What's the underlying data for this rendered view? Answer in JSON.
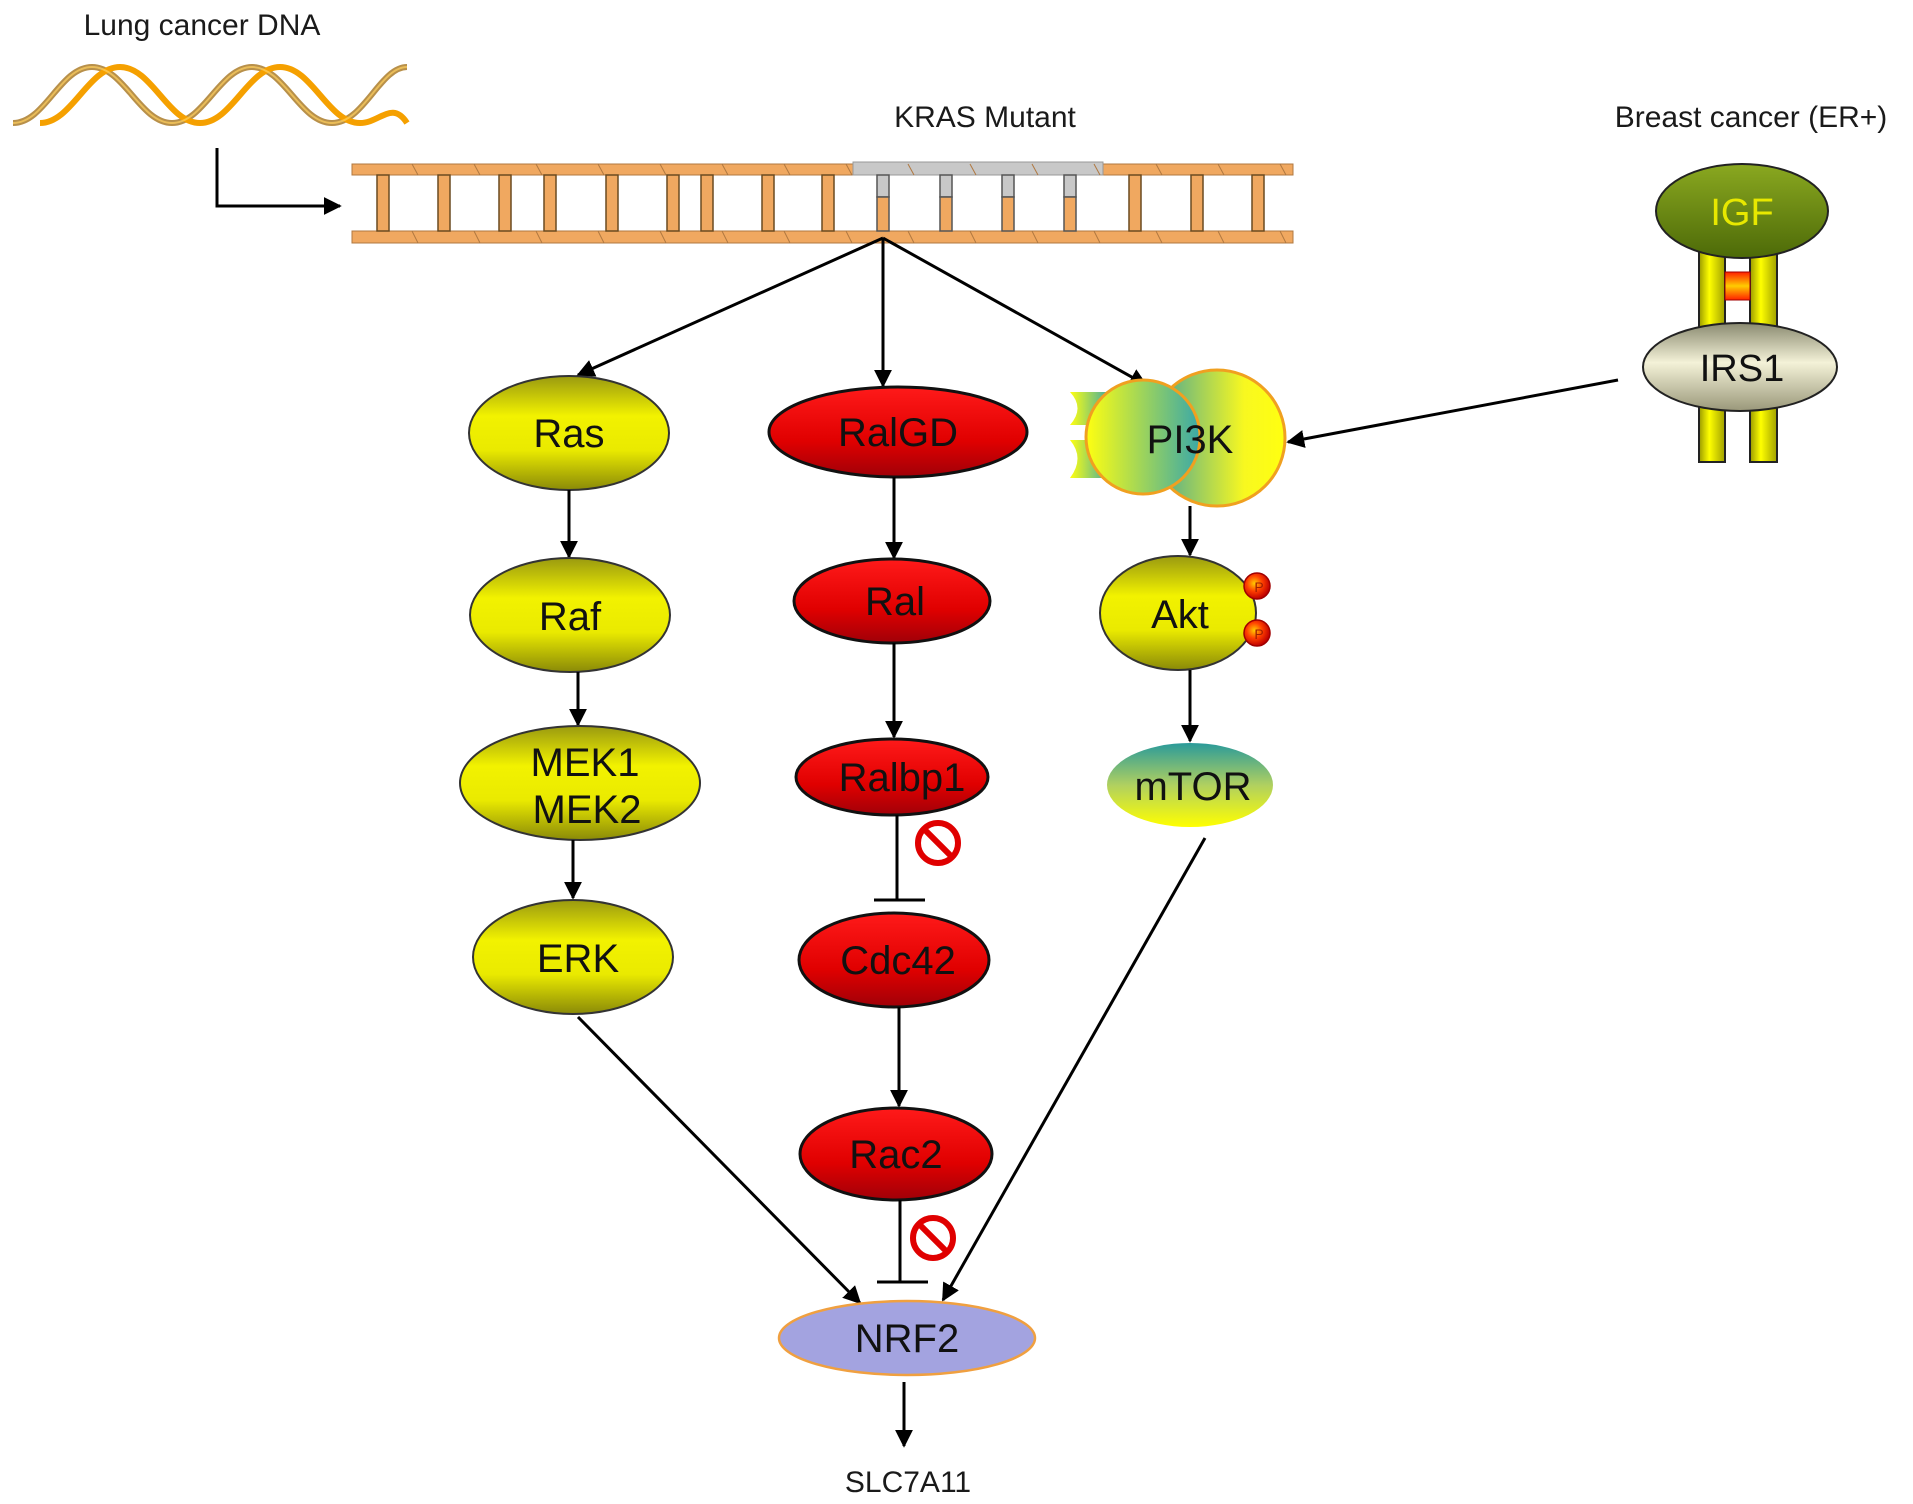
{
  "figure": {
    "type": "signaling-pathway",
    "labels": {
      "lung_dna": "Lung cancer DNA",
      "kras": "KRAS Mutant",
      "breast": "Breast cancer (ER+)",
      "target": "SLC7A11"
    },
    "colors": {
      "yellow_node": "#e6e600",
      "red_node": "#e0000a",
      "nrf2_node": "#a3a3e0",
      "igf_node": "#6e8c10",
      "irs1_node": "#e8e6c8",
      "dna_orange": "#f0a860",
      "mutant_gray": "#c8c8c8",
      "pi3k_teal": "#3aa0a0",
      "inhibit_red": "#e00000"
    },
    "nodes": {
      "ras": {
        "label": "Ras",
        "family": "yellow"
      },
      "raf": {
        "label": "Raf",
        "family": "yellow"
      },
      "mek": {
        "label1": "MEK1",
        "label2": "MEK2",
        "family": "yellow"
      },
      "erk": {
        "label": "ERK",
        "family": "yellow"
      },
      "ralgd": {
        "label": "RalGD",
        "family": "red"
      },
      "ral": {
        "label": "Ral",
        "family": "red"
      },
      "ralbp1": {
        "label": "Ralbp1",
        "family": "red"
      },
      "cdc42": {
        "label": "Cdc42",
        "family": "red"
      },
      "rac2": {
        "label": "Rac2",
        "family": "red"
      },
      "pi3k": {
        "label": "PI3K",
        "family": "teal-yellow"
      },
      "akt": {
        "label": "Akt",
        "family": "yellow",
        "phospho": [
          "P",
          "P"
        ]
      },
      "mtor": {
        "label": "mTOR",
        "family": "teal-yellow"
      },
      "nrf2": {
        "label": "NRF2",
        "family": "lavender"
      },
      "igf": {
        "label": "IGF",
        "family": "green"
      },
      "irs1": {
        "label": "IRS1",
        "family": "cream"
      }
    },
    "edges": [
      {
        "from": "Lung cancer DNA",
        "to": "KRAS Mutant",
        "type": "activation"
      },
      {
        "from": "KRAS Mutant",
        "to": "Ras",
        "type": "activation"
      },
      {
        "from": "KRAS Mutant",
        "to": "RalGD",
        "type": "activation"
      },
      {
        "from": "KRAS Mutant",
        "to": "PI3K",
        "type": "activation"
      },
      {
        "from": "Ras",
        "to": "Raf",
        "type": "activation"
      },
      {
        "from": "Raf",
        "to": "MEK1/MEK2",
        "type": "activation"
      },
      {
        "from": "MEK1/MEK2",
        "to": "ERK",
        "type": "activation"
      },
      {
        "from": "ERK",
        "to": "NRF2",
        "type": "activation"
      },
      {
        "from": "RalGD",
        "to": "Ral",
        "type": "activation"
      },
      {
        "from": "Ral",
        "to": "Ralbp1",
        "type": "activation"
      },
      {
        "from": "Ralbp1",
        "to": "Cdc42",
        "type": "inhibition",
        "blocked": true
      },
      {
        "from": "Cdc42",
        "to": "Rac2",
        "type": "activation"
      },
      {
        "from": "Rac2",
        "to": "NRF2",
        "type": "inhibition",
        "blocked": true
      },
      {
        "from": "IRS1",
        "to": "PI3K",
        "type": "activation"
      },
      {
        "from": "PI3K",
        "to": "Akt",
        "type": "activation"
      },
      {
        "from": "Akt",
        "to": "mTOR",
        "type": "activation"
      },
      {
        "from": "mTOR",
        "to": "NRF2",
        "type": "activation"
      },
      {
        "from": "NRF2",
        "to": "SLC7A11",
        "type": "activation"
      }
    ]
  }
}
